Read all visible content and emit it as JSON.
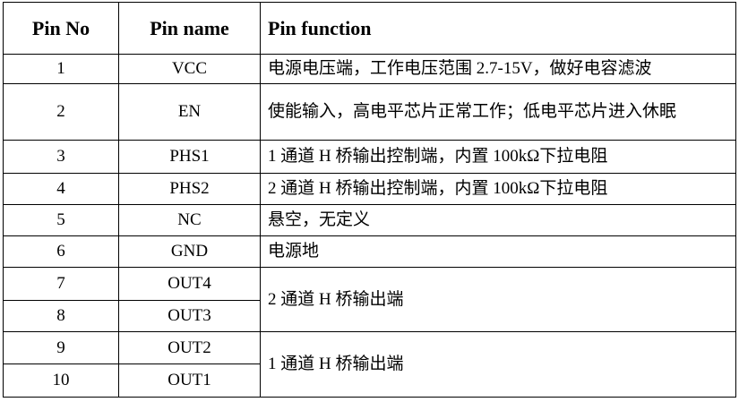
{
  "headers": [
    "Pin No",
    "Pin name",
    "Pin function"
  ],
  "rows": [
    {
      "no": "1",
      "name": "VCC",
      "function": "电源电压端，工作电压范围 2.7-15V，做好电容滤波"
    },
    {
      "no": "2",
      "name": "EN",
      "function": "使能输入，高电平芯片正常工作；低电平芯片进入休眠"
    },
    {
      "no": "3",
      "name": "PHS1",
      "function": "1 通道 H 桥输出控制端，内置 100kΩ下拉电阻"
    },
    {
      "no": "4",
      "name": "PHS2",
      "function": "2 通道 H 桥输出控制端，内置 100kΩ下拉电阻"
    },
    {
      "no": "5",
      "name": "NC",
      "function": "悬空，无定义"
    },
    {
      "no": "6",
      "name": "GND",
      "function": "电源地"
    },
    {
      "no": "7",
      "name": "OUT4",
      "function": "2 通道 H 桥输出端"
    },
    {
      "no": "8",
      "name": "OUT3"
    },
    {
      "no": "9",
      "name": "OUT2",
      "function": "1 通道 H 桥输出端"
    },
    {
      "no": "10",
      "name": "OUT1"
    }
  ]
}
